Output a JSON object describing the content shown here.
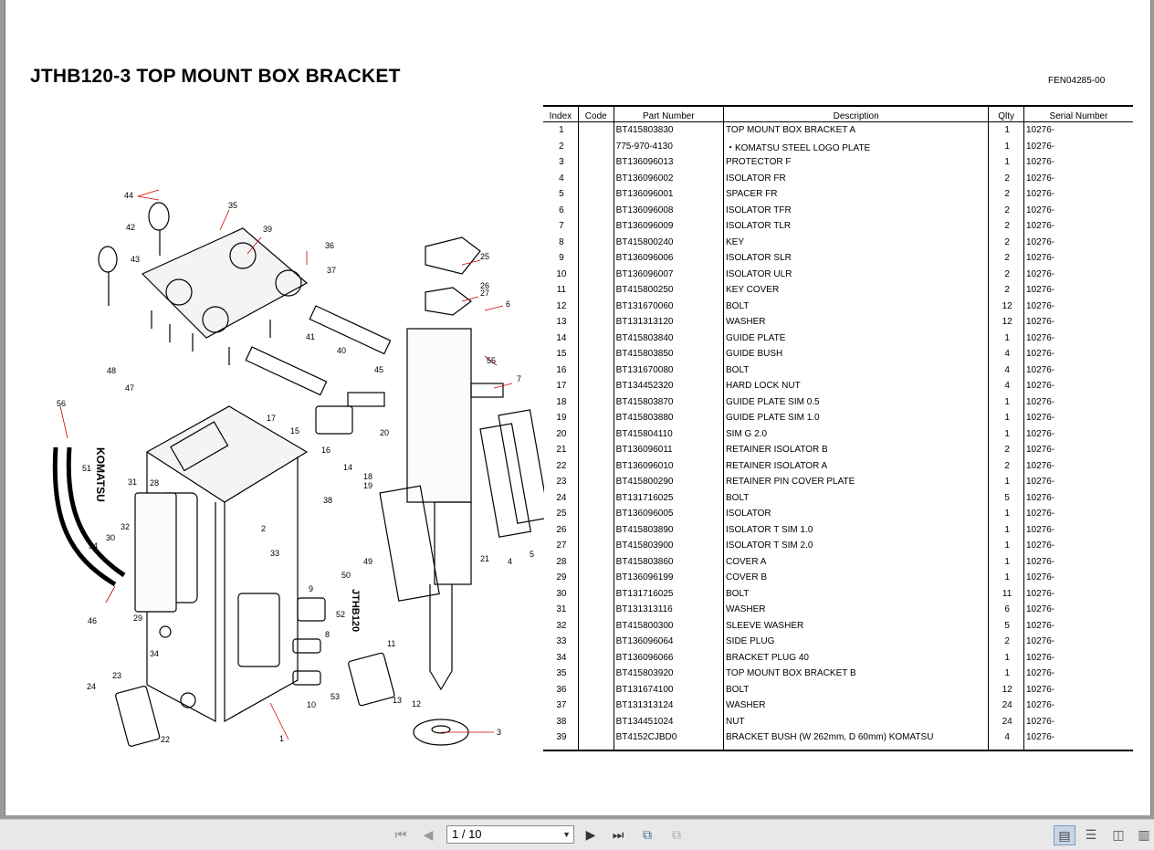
{
  "title": "JTHB120-3 TOP MOUNT BOX BRACKET",
  "doc_number": "FEN04285-00",
  "table": {
    "headers": [
      "Index",
      "Code",
      "Part Number",
      "Description",
      "Qlty",
      "Serial Number"
    ],
    "rows": [
      [
        "1",
        "",
        "BT415803830",
        "TOP MOUNT BOX BRACKET A",
        "1",
        "10276-"
      ],
      [
        "2",
        "",
        "775-970-4130",
        "・KOMATSU STEEL LOGO PLATE",
        "1",
        "10276-"
      ],
      [
        "3",
        "",
        "BT136096013",
        "PROTECTOR F",
        "1",
        "10276-"
      ],
      [
        "4",
        "",
        "BT136096002",
        "ISOLATOR FR",
        "2",
        "10276-"
      ],
      [
        "5",
        "",
        "BT136096001",
        "SPACER FR",
        "2",
        "10276-"
      ],
      [
        "6",
        "",
        "BT136096008",
        "ISOLATOR TFR",
        "2",
        "10276-"
      ],
      [
        "7",
        "",
        "BT136096009",
        "ISOLATOR TLR",
        "2",
        "10276-"
      ],
      [
        "8",
        "",
        "BT415800240",
        "KEY",
        "2",
        "10276-"
      ],
      [
        "9",
        "",
        "BT136096006",
        "ISOLATOR SLR",
        "2",
        "10276-"
      ],
      [
        "10",
        "",
        "BT136096007",
        "ISOLATOR ULR",
        "2",
        "10276-"
      ],
      [
        "11",
        "",
        "BT415800250",
        "KEY COVER",
        "2",
        "10276-"
      ],
      [
        "12",
        "",
        "BT131670060",
        "BOLT",
        "12",
        "10276-"
      ],
      [
        "13",
        "",
        "BT131313120",
        "WASHER",
        "12",
        "10276-"
      ],
      [
        "14",
        "",
        "BT415803840",
        "GUIDE PLATE",
        "1",
        "10276-"
      ],
      [
        "15",
        "",
        "BT415803850",
        "GUIDE BUSH",
        "4",
        "10276-"
      ],
      [
        "16",
        "",
        "BT131670080",
        "BOLT",
        "4",
        "10276-"
      ],
      [
        "17",
        "",
        "BT134452320",
        "HARD LOCK NUT",
        "4",
        "10276-"
      ],
      [
        "18",
        "",
        "BT415803870",
        "GUIDE PLATE SIM 0.5",
        "1",
        "10276-"
      ],
      [
        "19",
        "",
        "BT415803880",
        "GUIDE PLATE SIM 1.0",
        "1",
        "10276-"
      ],
      [
        "20",
        "",
        "BT415804110",
        "SIM G 2.0",
        "1",
        "10276-"
      ],
      [
        "21",
        "",
        "BT136096011",
        "RETAINER ISOLATOR B",
        "2",
        "10276-"
      ],
      [
        "22",
        "",
        "BT136096010",
        "RETAINER ISOLATOR A",
        "2",
        "10276-"
      ],
      [
        "23",
        "",
        "BT415800290",
        "RETAINER PIN COVER PLATE",
        "1",
        "10276-"
      ],
      [
        "24",
        "",
        "BT131716025",
        "BOLT",
        "5",
        "10276-"
      ],
      [
        "25",
        "",
        "BT136096005",
        "ISOLATOR",
        "1",
        "10276-"
      ],
      [
        "26",
        "",
        "BT415803890",
        "ISOLATOR T SIM 1.0",
        "1",
        "10276-"
      ],
      [
        "27",
        "",
        "BT415803900",
        "ISOLATOR T SIM 2.0",
        "1",
        "10276-"
      ],
      [
        "28",
        "",
        "BT415803860",
        "COVER A",
        "1",
        "10276-"
      ],
      [
        "29",
        "",
        "BT136096199",
        "COVER B",
        "1",
        "10276-"
      ],
      [
        "30",
        "",
        "BT131716025",
        "BOLT",
        "11",
        "10276-"
      ],
      [
        "31",
        "",
        "BT131313116",
        "WASHER",
        "6",
        "10276-"
      ],
      [
        "32",
        "",
        "BT415800300",
        "SLEEVE WASHER",
        "5",
        "10276-"
      ],
      [
        "33",
        "",
        "BT136096064",
        "SIDE PLUG",
        "2",
        "10276-"
      ],
      [
        "34",
        "",
        "BT136096066",
        "BRACKET PLUG 40",
        "1",
        "10276-"
      ],
      [
        "35",
        "",
        "BT415803920",
        "TOP MOUNT BOX BRACKET B",
        "1",
        "10276-"
      ],
      [
        "36",
        "",
        "BT131674100",
        "BOLT",
        "12",
        "10276-"
      ],
      [
        "37",
        "",
        "BT131313124",
        "WASHER",
        "24",
        "10276-"
      ],
      [
        "38",
        "",
        "BT134451024",
        "NUT",
        "24",
        "10276-"
      ],
      [
        "39",
        "",
        "BT4152CJBD0",
        "BRACKET BUSH (W 262mm, D 60mm) KOMATSU",
        "4",
        "10276-"
      ]
    ]
  },
  "diagram": {
    "labels": [
      "1",
      "2",
      "3",
      "4",
      "5",
      "6",
      "7",
      "8",
      "9",
      "10",
      "11",
      "12",
      "13",
      "14",
      "15",
      "16",
      "17",
      "18",
      "19",
      "20",
      "21",
      "22",
      "23",
      "24",
      "25",
      "26",
      "27",
      "28",
      "29",
      "30",
      "31",
      "32",
      "33",
      "34",
      "35",
      "36",
      "37",
      "38",
      "39",
      "40",
      "41",
      "42",
      "43",
      "44",
      "45",
      "46",
      "47",
      "48",
      "49",
      "50",
      "51",
      "52",
      "53",
      "54",
      "55",
      "56"
    ],
    "logo_text": "KOMATSU",
    "model_text": "JTHB120"
  },
  "toolbar": {
    "page_indicator": "1 / 10",
    "icons": [
      "first-page-icon",
      "previous-page-icon",
      "next-page-icon",
      "last-page-icon",
      "go-back-view-icon",
      "go-forward-view-icon",
      "single-page-view-icon",
      "continuous-view-icon",
      "two-page-view-icon",
      "two-page-continuous-view-icon"
    ]
  }
}
